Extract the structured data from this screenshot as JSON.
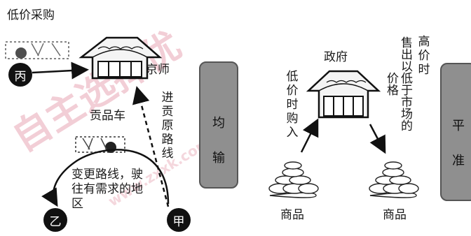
{
  "left": {
    "low_buy_label": "低价采购",
    "capital_label": "京师",
    "tribute_route_label": "进贡原路线",
    "tribute_cart_label": "贡品车",
    "route_change_label": "变更路线，驶往有需求的地区",
    "node_bing": "丙",
    "node_jia": "甲",
    "node_yi": "乙",
    "policy_pillar_label": "均输"
  },
  "right": {
    "government_label": "政府",
    "buy_low_label": "低价时购入",
    "sell_high_label": "售出以低于市场的价格",
    "sell_high_prefix": "高价时",
    "goods_left_label": "商品",
    "goods_right_label": "商品",
    "policy_pillar_label": "平准"
  },
  "watermark": {
    "text_main": "自主选择优",
    "text_url": "www.zxxk.com"
  }
}
